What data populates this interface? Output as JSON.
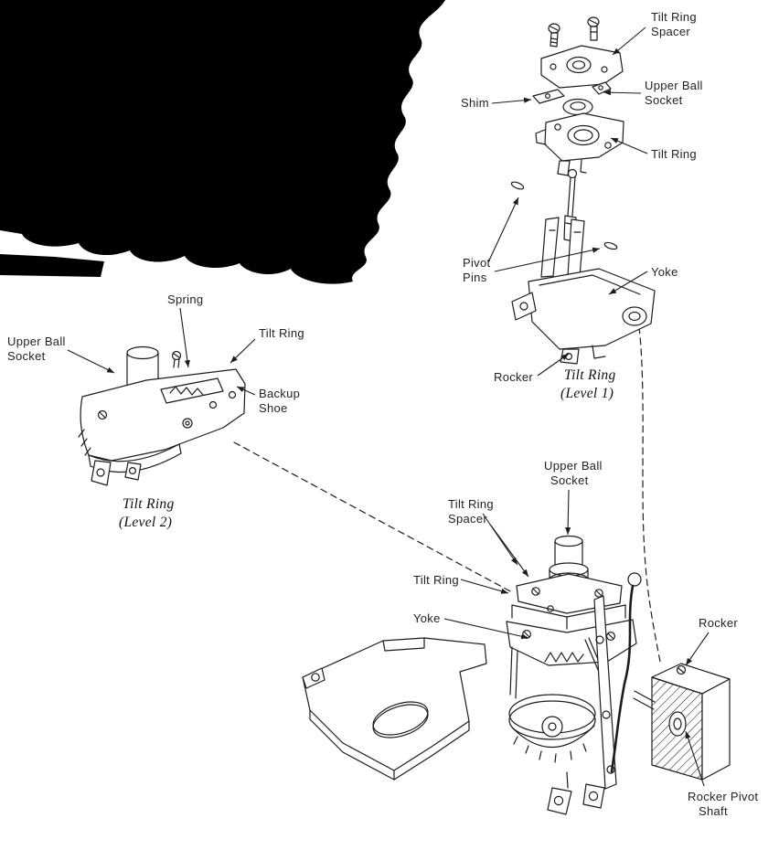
{
  "level1": {
    "caption": [
      "Tilt Ring",
      "(Level 1)"
    ],
    "tilt_ring_spacer": [
      "Tilt Ring",
      "Spacer"
    ],
    "upper_ball_socket": [
      "Upper Ball",
      "Socket"
    ],
    "shim": "Shim",
    "tilt_ring": "Tilt Ring",
    "pivot_pins": [
      "Pivot",
      "Pins"
    ],
    "yoke": "Yoke",
    "rocker": "Rocker"
  },
  "level2": {
    "caption": [
      "Tilt Ring",
      "(Level 2)"
    ],
    "spring": "Spring",
    "upper_ball_socket": [
      "Upper Ball",
      "Socket"
    ],
    "tilt_ring": "Tilt Ring",
    "backup_shoe": [
      "Backup",
      "Shoe"
    ]
  },
  "assembled": {
    "upper_ball_socket": [
      "Upper Ball",
      "Socket"
    ],
    "tilt_ring_spacer": [
      "Tilt Ring",
      "Spacer"
    ],
    "tilt_ring": "Tilt Ring",
    "yoke": "Yoke",
    "rocker": "Rocker",
    "rocker_pivot_shaft": [
      "Rocker Pivot",
      "Shaft"
    ]
  },
  "colors": {
    "ink": "#1c1c1c",
    "scan_blob": "#000000",
    "paper": "#ffffff"
  }
}
